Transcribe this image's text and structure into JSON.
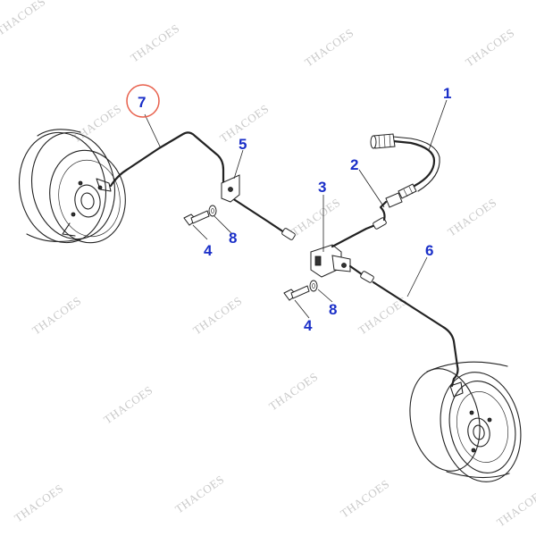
{
  "watermark": "THACOES",
  "colors": {
    "callout": "#1a2fc8",
    "highlight_ring": "#e8604c",
    "line": "#222222",
    "watermark": "#c9c9c9"
  },
  "callouts": {
    "c1": "1",
    "c2": "2",
    "c3": "3",
    "c4a": "4",
    "c4b": "4",
    "c5": "5",
    "c6": "6",
    "c7": "7",
    "c8a": "8",
    "c8b": "8"
  },
  "highlighted_callout": "7"
}
